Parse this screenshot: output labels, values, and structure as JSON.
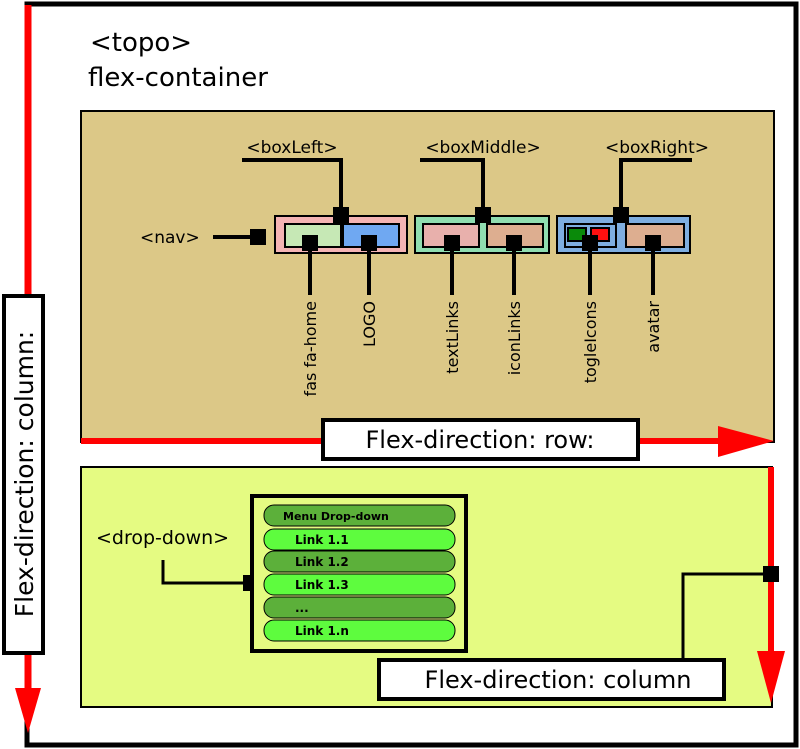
{
  "outer": {
    "tag": "<topo>",
    "subtitle": "flex-container",
    "direction_label": "Flex-direction: column:"
  },
  "nav_panel": {
    "tag": "<nav>",
    "direction_label": "Flex-direction: row:",
    "boxes": {
      "left": {
        "tag": "<boxLeft>",
        "children": [
          "fas fa-home",
          "LOGO"
        ]
      },
      "middle": {
        "tag": "<boxMiddle>",
        "children": [
          "textLinks",
          "iconLinks"
        ]
      },
      "right": {
        "tag": "<boxRight>",
        "children": [
          "togleIcons",
          "avatar"
        ]
      }
    }
  },
  "dropdown_panel": {
    "tag": "<drop-down>",
    "direction_label": "Flex-direction: column",
    "menu": {
      "header": "Menu Drop-down",
      "items": [
        "Link 1.1",
        "Link 1.2",
        "Link 1.3",
        "...",
        "Link 1.n"
      ]
    }
  },
  "colors": {
    "nav_bg": "#dcc887",
    "dropdown_bg": "#e5fb82",
    "arrow": "#ff0000",
    "box_left": "#f4b4b4",
    "box_middle": "#90ddb0",
    "box_right": "#7faee0",
    "home_slot": "#c6e8b5",
    "logo_slot": "#6fa8f2",
    "textlinks_slot": "#e8b0ac",
    "iconlinks_slot": "#ddae90",
    "avatar_slot": "#ddae90",
    "toggle_green": "#0a8a0a",
    "toggle_red": "#ff1010",
    "menu_dark": "#5cb03a",
    "menu_light": "#5efc3e"
  }
}
